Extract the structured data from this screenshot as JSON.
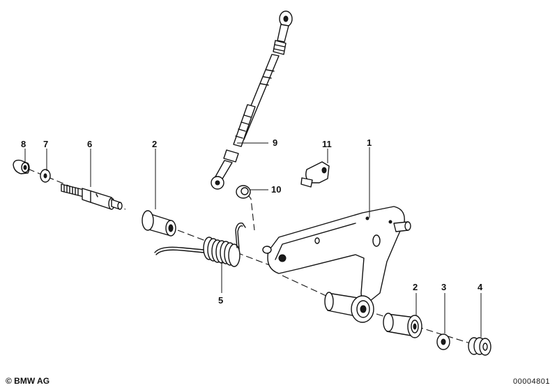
{
  "callouts": [
    {
      "id": "p1",
      "text": "1"
    },
    {
      "id": "p2a",
      "text": "2"
    },
    {
      "id": "p2b",
      "text": "2"
    },
    {
      "id": "p3",
      "text": "3"
    },
    {
      "id": "p4",
      "text": "4"
    },
    {
      "id": "p5",
      "text": "5"
    },
    {
      "id": "p6",
      "text": "6"
    },
    {
      "id": "p7",
      "text": "7"
    },
    {
      "id": "p8",
      "text": "8"
    },
    {
      "id": "p9",
      "text": "9"
    },
    {
      "id": "p10",
      "text": "10"
    },
    {
      "id": "p11",
      "text": "11"
    }
  ],
  "footer": {
    "copyright": "© BMW AG",
    "image_number": "00004801"
  }
}
